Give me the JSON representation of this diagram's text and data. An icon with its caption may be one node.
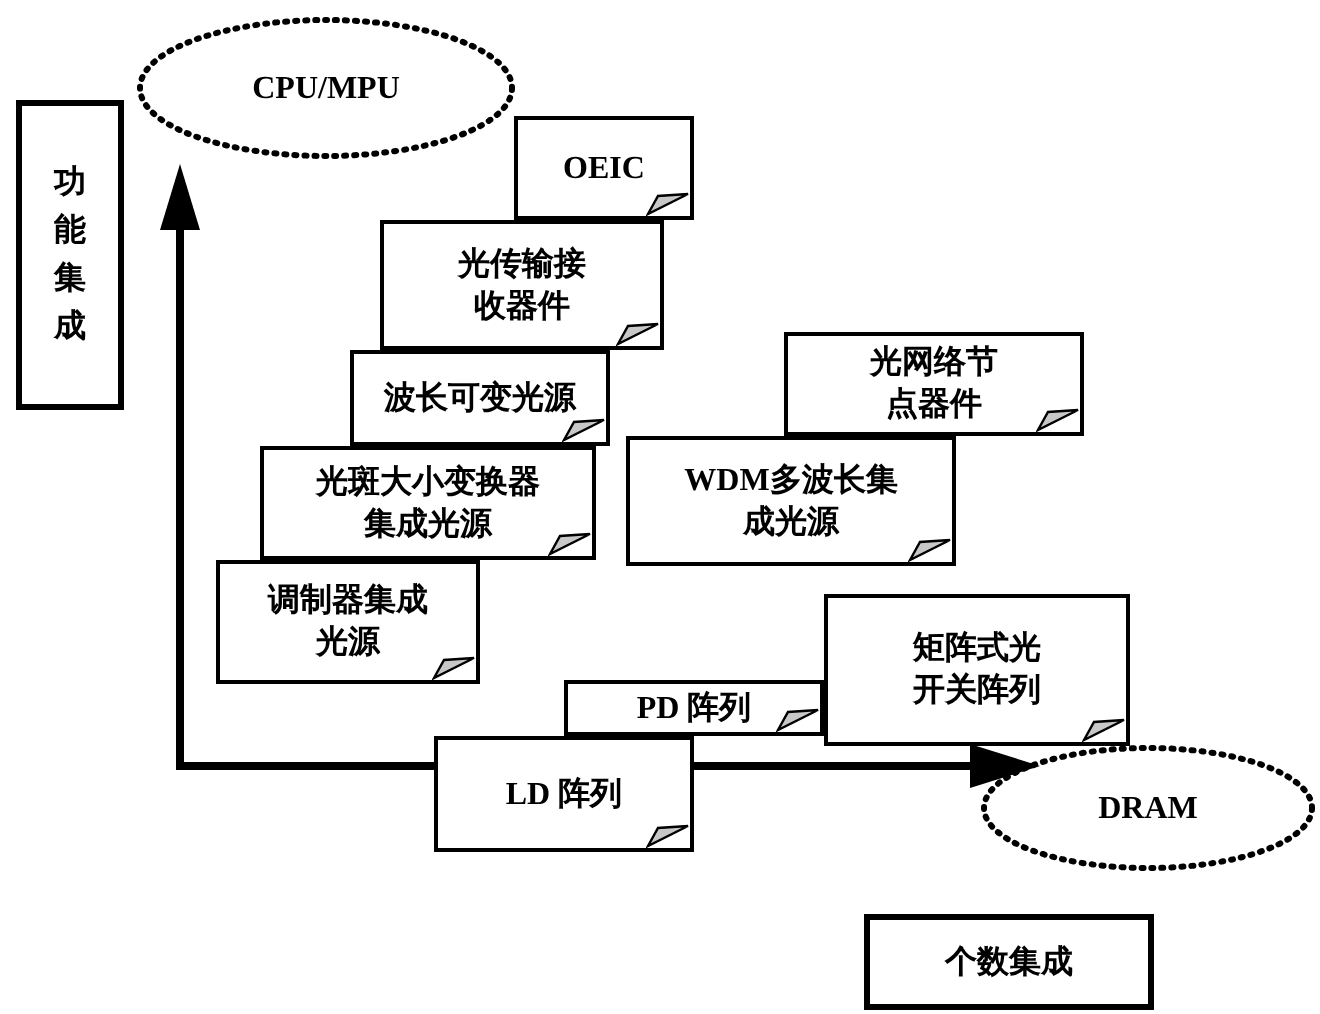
{
  "diagram": {
    "nodes": [
      {
        "text": [
          "CPU/MPU"
        ]
      },
      {
        "text": [
          "功能集成"
        ]
      },
      {
        "text": [
          "OEIC"
        ]
      },
      {
        "text": [
          "光传输接收器件"
        ]
      },
      {
        "text": [
          "波长可变光源"
        ]
      },
      {
        "text": [
          "光斑大小变换器集成光源"
        ]
      },
      {
        "text": [
          "光网络节点器件"
        ]
      },
      {
        "text": [
          "WDM多波长集成光源"
        ]
      },
      {
        "text": [
          "调制器集成光源"
        ]
      },
      {
        "text": [
          "矩阵式光开关阵列"
        ]
      },
      {
        "text": [
          "PD 阵列"
        ]
      },
      {
        "text": [
          "LD 阵列"
        ]
      },
      {
        "text": [
          "DRAM"
        ]
      },
      {
        "text": [
          "个数集成"
        ]
      }
    ]
  }
}
